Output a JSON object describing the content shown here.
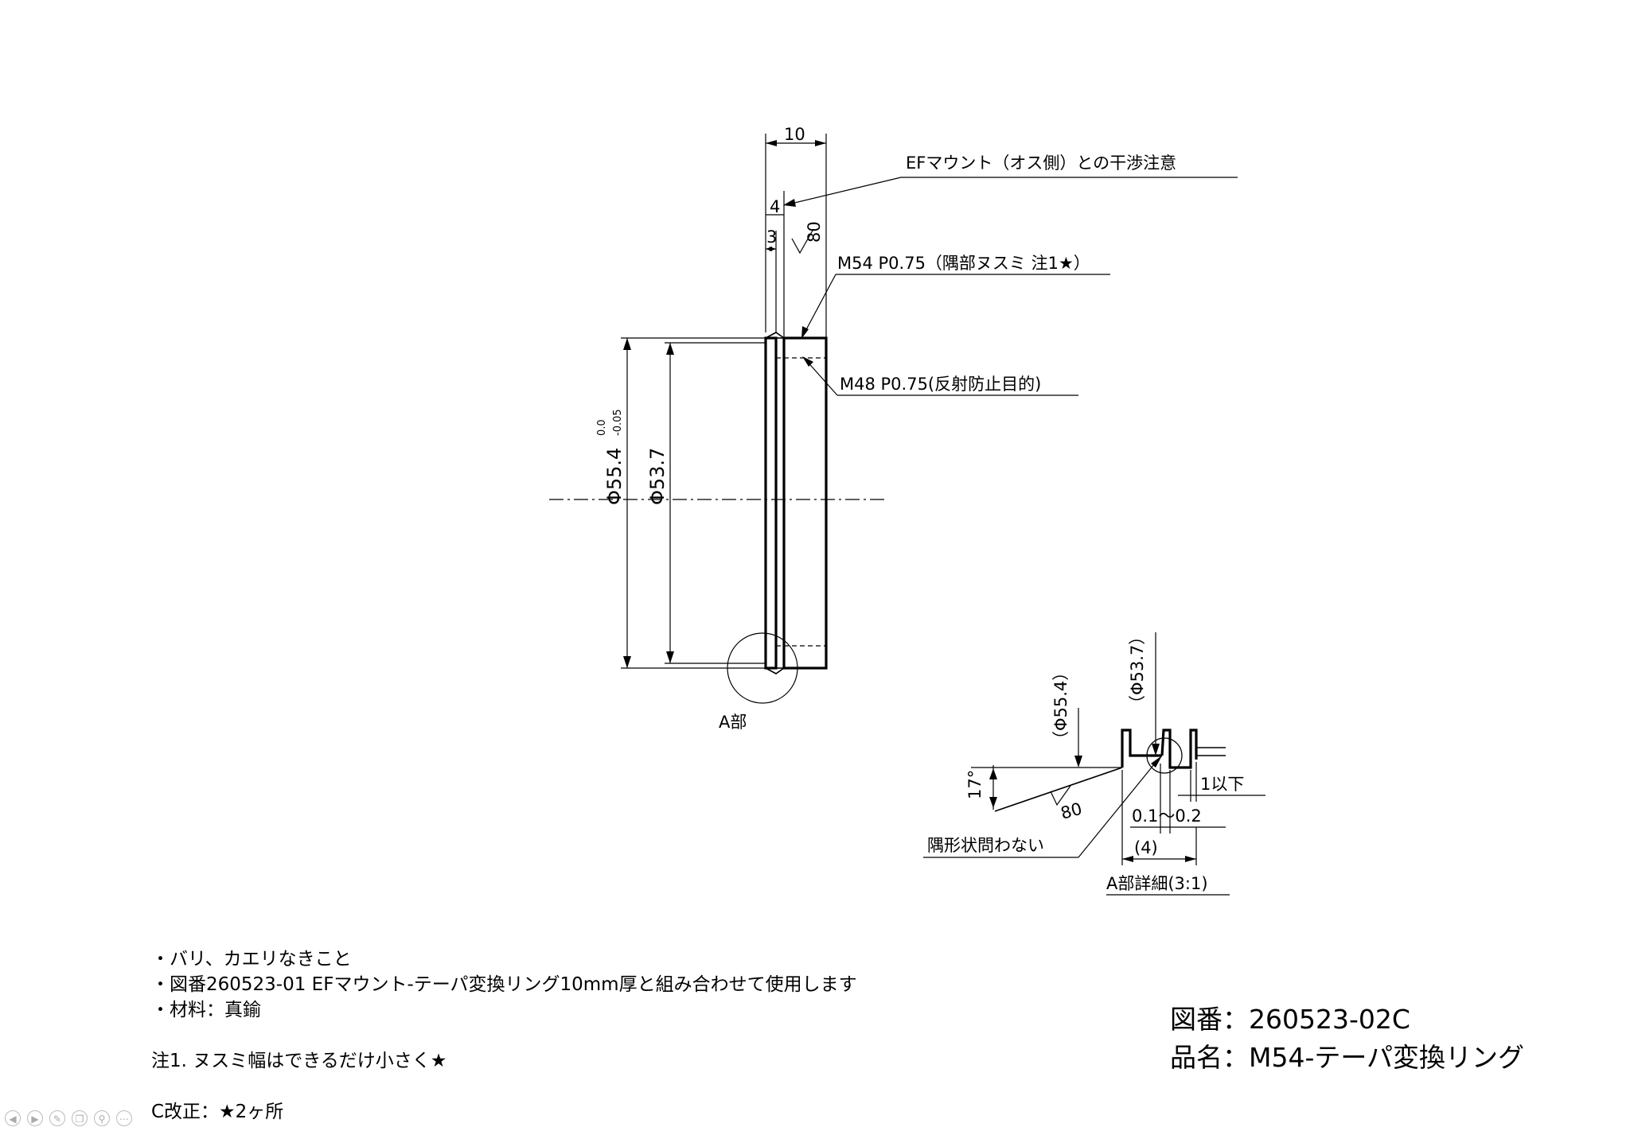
{
  "drawing": {
    "dim_10": "10",
    "dim_4": "4",
    "dim_3": "3",
    "roughness": "80",
    "note_ef": "EFマウント（オス側）との干渉注意",
    "note_m54": "M54 P0.75（隅部ヌスミ 注1★）",
    "note_m48": "M48 P0.75(反射防止目的)",
    "dia_outer": "Φ55.4",
    "dia_outer_tol_upper": "0.0",
    "dia_outer_tol_lower": "-0.05",
    "dia_inner": "Φ53.7",
    "detail_a": "A部"
  },
  "detail": {
    "dia_537": "（Φ53.7）",
    "dia_554": "（Φ55.4）",
    "angle": "17°",
    "roughness": "80",
    "dim_1max": "1以下",
    "dim_range": "0.1～0.2",
    "dim_4ref": "(4)",
    "corner_note": "隅形状問わない",
    "title": "A部詳細(3:1)"
  },
  "notes": {
    "line1": "・バリ、カエリなきこと",
    "line2": "・図番260523-01 EFマウント-テーパ変換リング10mm厚と組み合わせて使用します",
    "line3": "・材料：真鍮",
    "line4": "注1. ヌスミ幅はできるだけ小さく★",
    "line5": "C改正：★2ヶ所"
  },
  "titleblock": {
    "drawing_no": "図番：260523-02C",
    "part_name": "品名：M54-テーパ変換リング"
  },
  "toolbar": {
    "icons": [
      "prev-icon",
      "next-icon",
      "pen-icon",
      "copy-icon",
      "zoom-icon",
      "more-icon"
    ]
  }
}
